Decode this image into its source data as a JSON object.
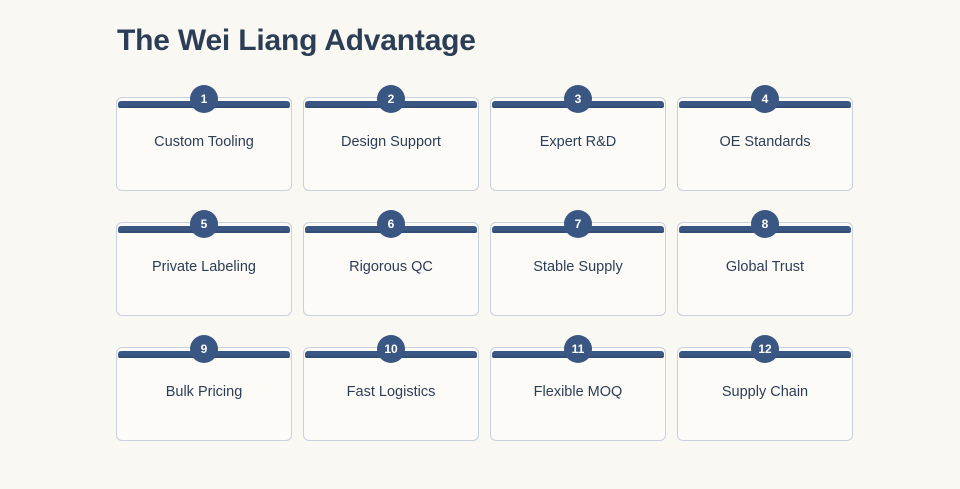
{
  "page": {
    "title": "The Wei Liang Advantage",
    "background_color": "#faf8f3",
    "accent_color": "#3a5682",
    "text_color": "#2c3e56",
    "card_background_color": "#fcfbf7",
    "card_border_color": "#c9d1dd"
  },
  "cards": [
    {
      "number": "1",
      "label": "Custom Tooling"
    },
    {
      "number": "2",
      "label": "Design Support"
    },
    {
      "number": "3",
      "label": "Expert R&D"
    },
    {
      "number": "4",
      "label": "OE Standards"
    },
    {
      "number": "5",
      "label": "Private Labeling"
    },
    {
      "number": "6",
      "label": "Rigorous QC"
    },
    {
      "number": "7",
      "label": "Stable Supply"
    },
    {
      "number": "8",
      "label": "Global Trust"
    },
    {
      "number": "9",
      "label": "Bulk Pricing"
    },
    {
      "number": "10",
      "label": "Fast Logistics"
    },
    {
      "number": "11",
      "label": "Flexible MOQ"
    },
    {
      "number": "12",
      "label": "Supply Chain"
    }
  ]
}
